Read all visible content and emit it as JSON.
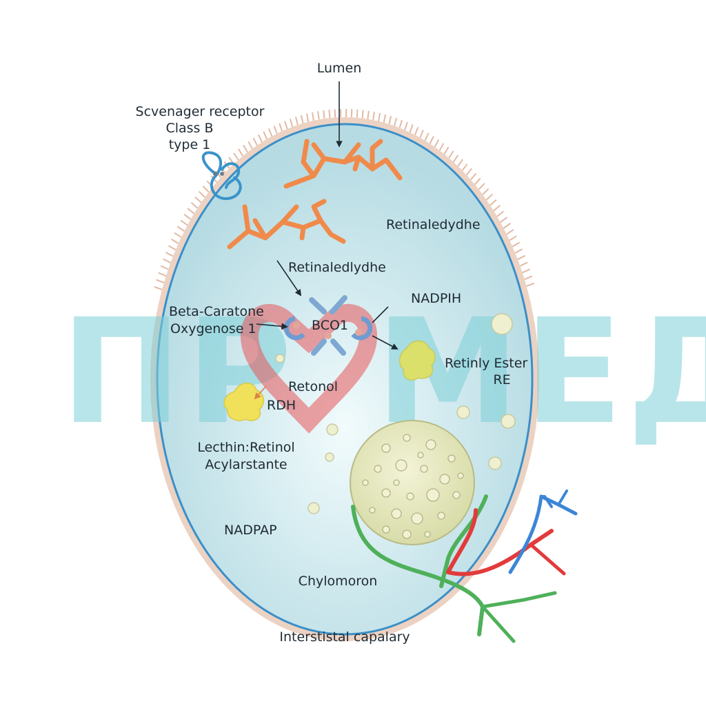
{
  "labels": {
    "lumen": "Lumen",
    "receptor_line1": "Scvenager receptor",
    "receptor_line2": "Class B",
    "receptor_line3": "type 1",
    "retinaldehyde_upper": "Retinaledydhe",
    "retinaldehyde_center": "Retinaledlydhe",
    "nadph": "NADPIH",
    "bco_line1": "Beta-Caratone",
    "bco_line2": "Oxygenose 1",
    "bco1": "BCO1",
    "retinyl_ester_line1": "Retinly Ester",
    "retinyl_ester_line2": "RE",
    "retinol": "Retonol",
    "rdh": "RDH",
    "lrat_line1": "Lecthin:Retinol",
    "lrat_line2": "Acylarstante",
    "nadpap": "NADPAP",
    "chylomicron": "Chylomoron",
    "capillary": "Interstistal capalary"
  },
  "watermark": {
    "left": "ПР",
    "right": "МЕД",
    "color": "#7fd0d8",
    "heart_color": "#e8555a"
  },
  "colors": {
    "cell_fill": "#bfe0e6",
    "cell_membrane": "#3a8fc8",
    "outer_membrane": "#e2b9a3",
    "retinaldehyde": "#f08a4b",
    "yellow_blob": "#f1e05a",
    "vessel_red": "#e23b3b",
    "vessel_blue": "#3b86d6",
    "vessel_green": "#4fb05a"
  }
}
